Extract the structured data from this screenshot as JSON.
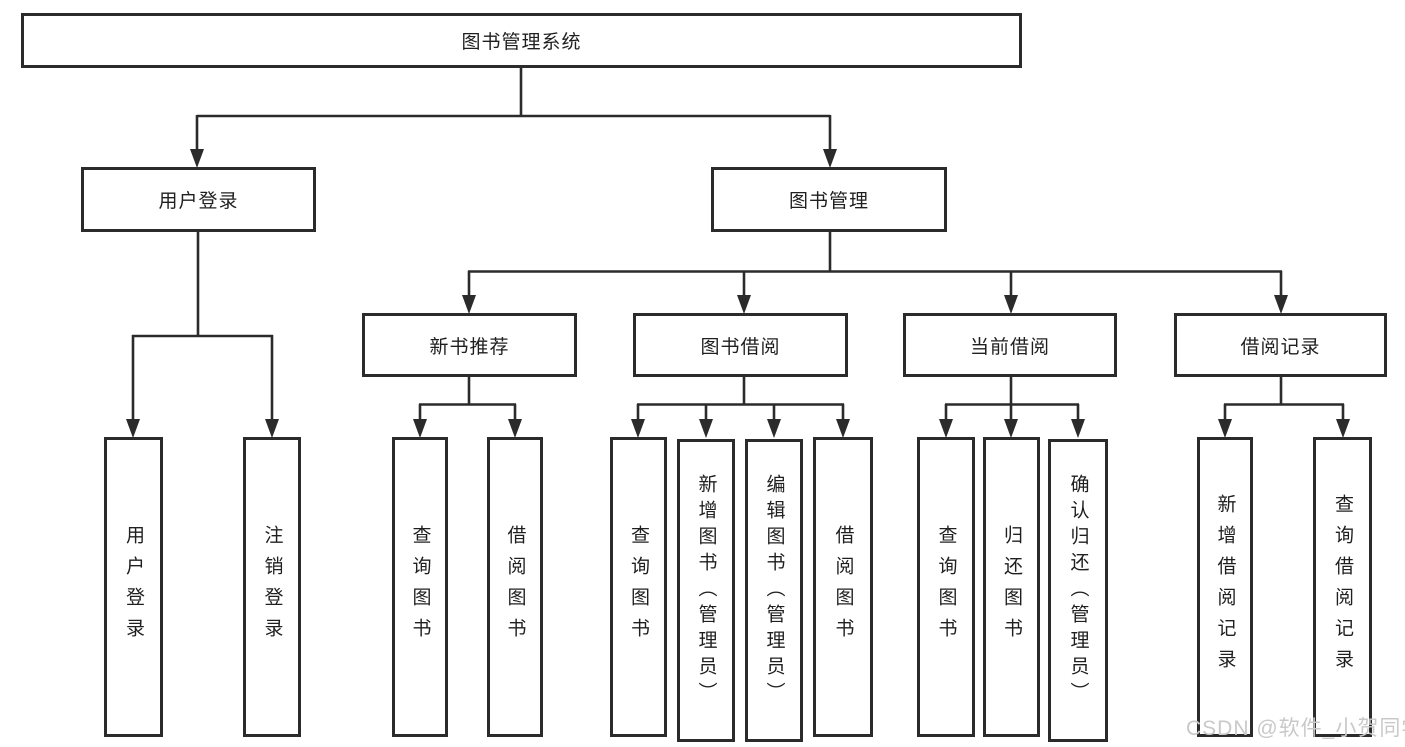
{
  "watermark": "CSDN @软件_小贺同学",
  "colors": {
    "line": "#2b2b2b",
    "box_border": "#2b2b2b",
    "box_background": "#ffffff",
    "text": "#1f1f1f",
    "watermark": "#c9c9c9"
  },
  "nodes": {
    "root": {
      "label": "图书管理系统"
    },
    "user_login": {
      "label": "用户登录"
    },
    "book_mgmt": {
      "label": "图书管理"
    },
    "leaf_user_login": {
      "label": "用户登录"
    },
    "leaf_logout_login": {
      "label": "注销登录"
    },
    "new_book_rec": {
      "label": "新书推荐"
    },
    "book_borrow": {
      "label": "图书借阅"
    },
    "current_borrow": {
      "label": "当前借阅"
    },
    "borrow_record": {
      "label": "借阅记录"
    },
    "nbr_query_book": {
      "label": "查询图书"
    },
    "nbr_borrow_book": {
      "label": "借阅图书"
    },
    "bb_query_book": {
      "label": "查询图书"
    },
    "bb_add_book": {
      "label": "新增图书（管理员）"
    },
    "bb_edit_book": {
      "label": "编辑图书（管理员）"
    },
    "bb_borrow_book": {
      "label": "借阅图书"
    },
    "cb_query_book": {
      "label": "查询图书"
    },
    "cb_return_book": {
      "label": "归还图书"
    },
    "cb_confirm_return": {
      "label": "确认归还（管理员）"
    },
    "br_add_record": {
      "label": "新增借阅记录"
    },
    "br_query_record": {
      "label": "查询借阅记录"
    }
  },
  "edges": [
    {
      "from": "root",
      "to": "user_login"
    },
    {
      "from": "root",
      "to": "book_mgmt"
    },
    {
      "from": "user_login",
      "to": "leaf_user_login"
    },
    {
      "from": "user_login",
      "to": "leaf_logout_login"
    },
    {
      "from": "book_mgmt",
      "to": "new_book_rec"
    },
    {
      "from": "book_mgmt",
      "to": "book_borrow"
    },
    {
      "from": "book_mgmt",
      "to": "current_borrow"
    },
    {
      "from": "book_mgmt",
      "to": "borrow_record"
    },
    {
      "from": "new_book_rec",
      "to": "nbr_query_book"
    },
    {
      "from": "new_book_rec",
      "to": "nbr_borrow_book"
    },
    {
      "from": "book_borrow",
      "to": "bb_query_book"
    },
    {
      "from": "book_borrow",
      "to": "bb_add_book"
    },
    {
      "from": "book_borrow",
      "to": "bb_edit_book"
    },
    {
      "from": "book_borrow",
      "to": "bb_borrow_book"
    },
    {
      "from": "current_borrow",
      "to": "cb_query_book"
    },
    {
      "from": "current_borrow",
      "to": "cb_return_book"
    },
    {
      "from": "current_borrow",
      "to": "cb_confirm_return"
    },
    {
      "from": "borrow_record",
      "to": "br_add_record"
    },
    {
      "from": "borrow_record",
      "to": "br_query_record"
    }
  ]
}
